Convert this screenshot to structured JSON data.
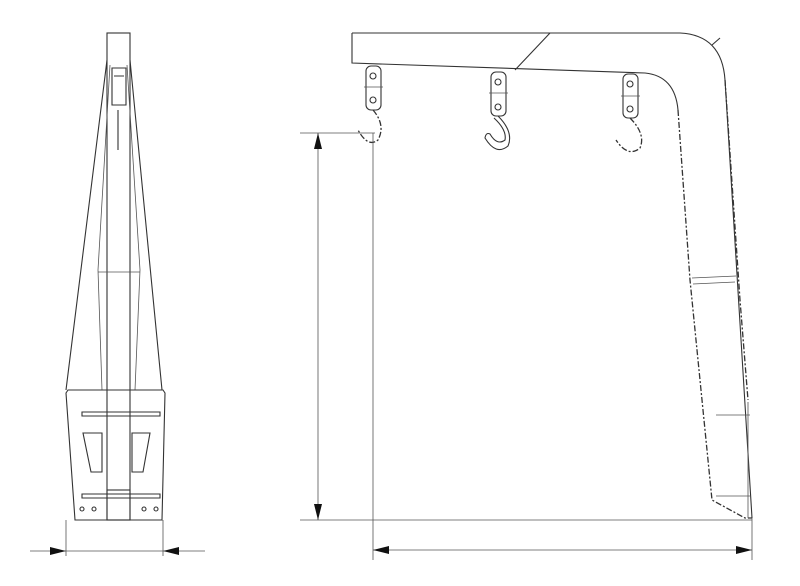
{
  "drawing": {
    "views": [
      "side-view",
      "front-view"
    ],
    "line_color": "#333333",
    "background": "#ffffff",
    "hooks_count": 3
  }
}
